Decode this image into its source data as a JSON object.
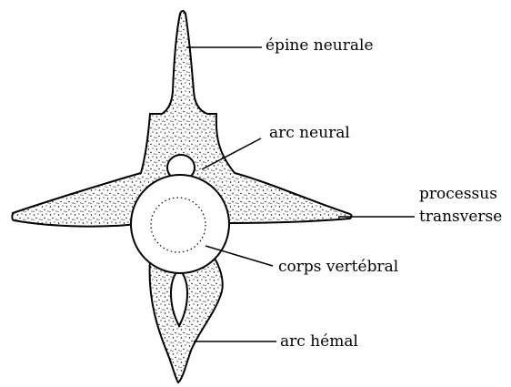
{
  "labels": {
    "neural_spine": "épine neurale",
    "neural_arch": "arc neural",
    "transverse_process_line1": "processus",
    "transverse_process_line2": "transverse",
    "vertebral_body": "corps vertébral",
    "hemal_arch": "arc hémal"
  },
  "colors": {
    "ink": "#000000",
    "bone_fill": "#ffffff",
    "background": "#ffffff"
  }
}
